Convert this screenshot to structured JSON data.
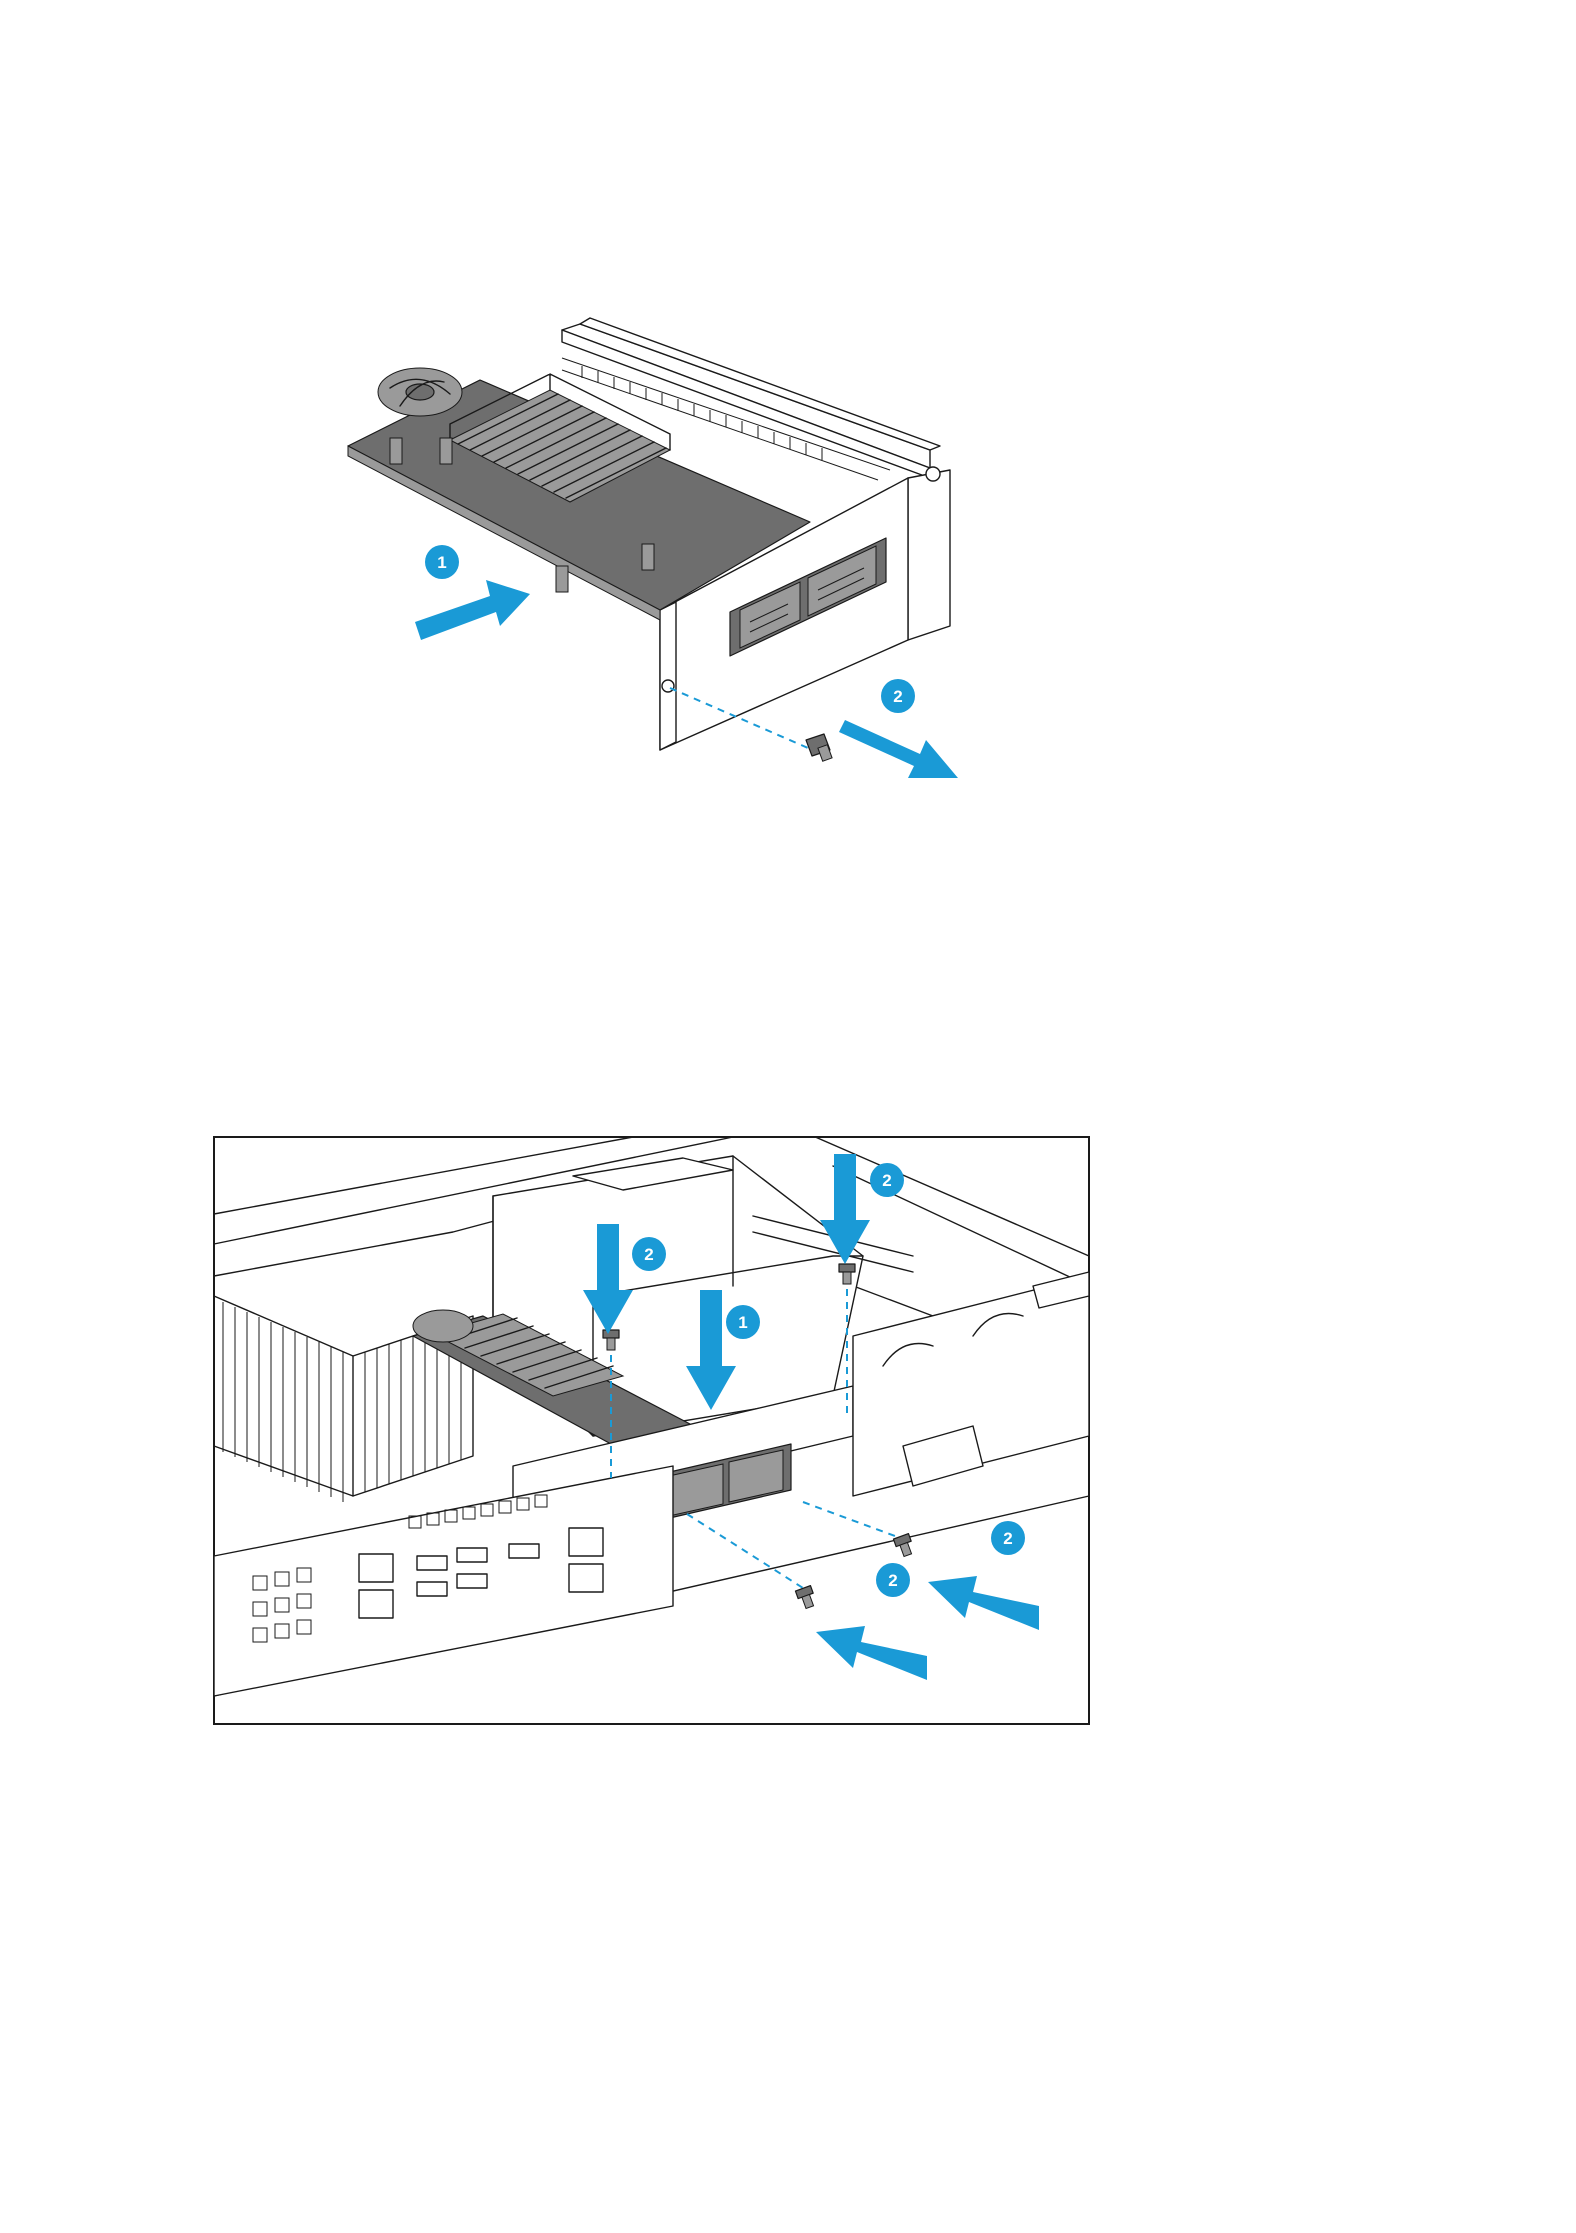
{
  "figure_1": {
    "callouts": [
      "1",
      "2"
    ],
    "accent_color": "#1a9ad6"
  },
  "figure_2": {
    "callouts": [
      "2",
      "2",
      "1",
      "2",
      "2"
    ],
    "accent_color": "#1a9ad6"
  }
}
